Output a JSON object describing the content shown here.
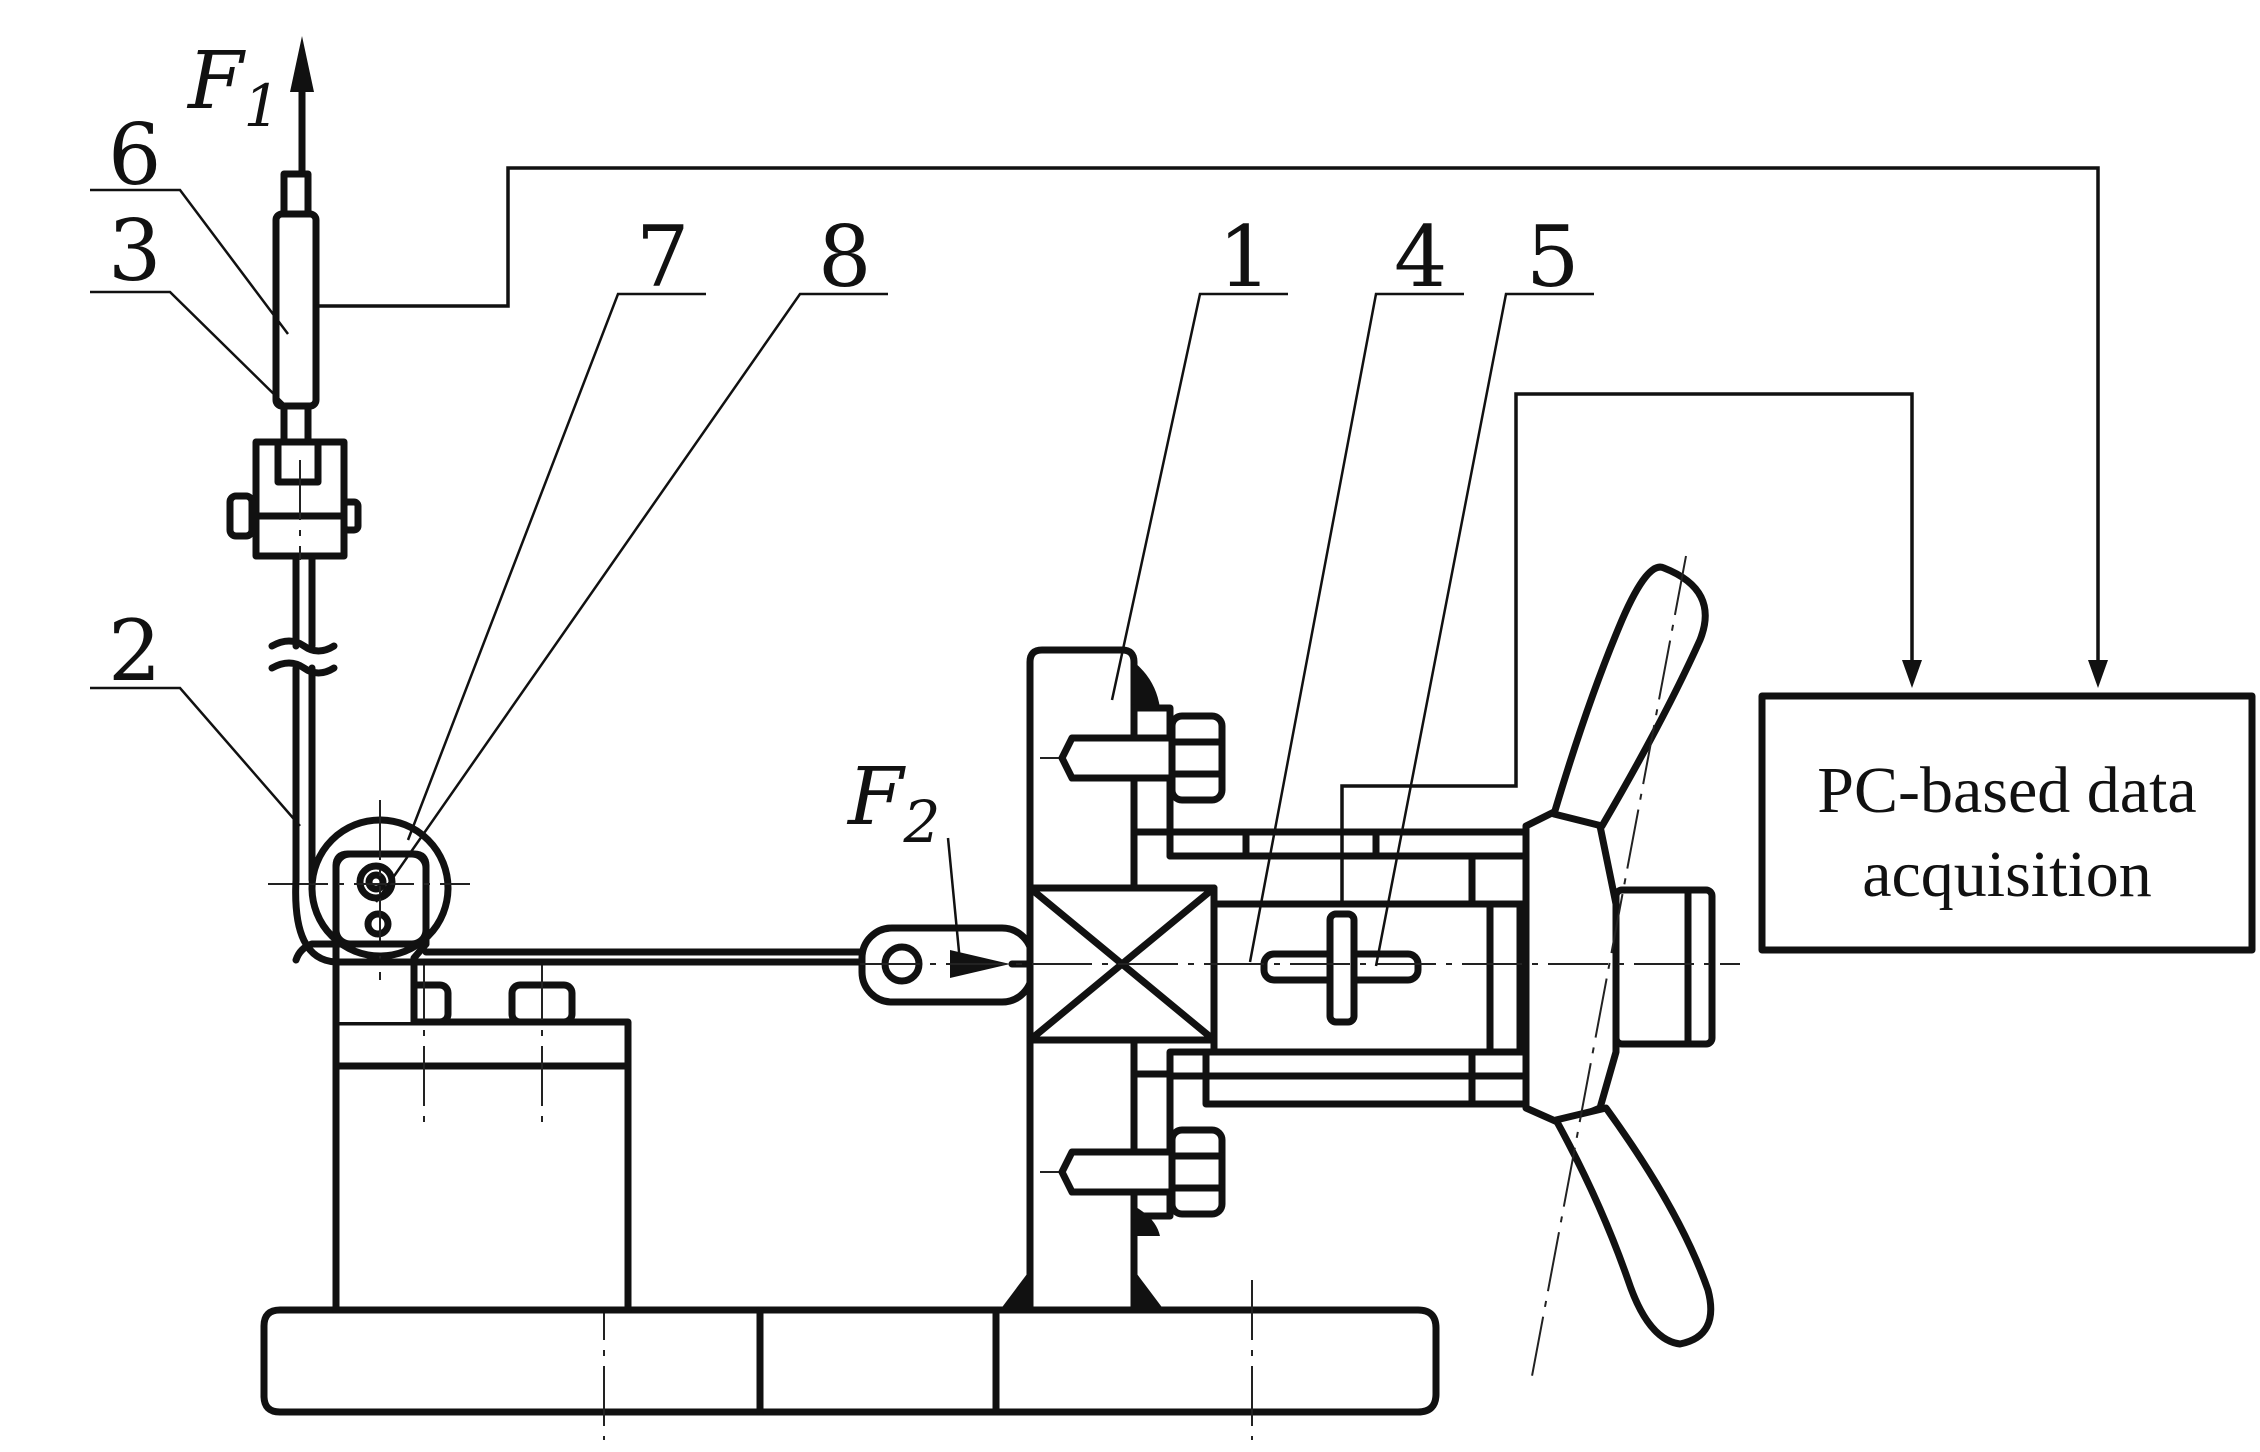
{
  "forces": {
    "f1": {
      "letter": "F",
      "sub": "1"
    },
    "f2": {
      "letter": "F",
      "sub": "2"
    }
  },
  "labels": {
    "part1": "1",
    "part2": "2",
    "part3": "3",
    "part4": "4",
    "part5": "5",
    "part6": "6",
    "part7": "7",
    "part8": "8"
  },
  "pc_box": {
    "line1": "PC-based data",
    "line2": "acquisition"
  },
  "colors": {
    "hatch_blue": "#2b2fa8",
    "hatch_green": "#1f9e6b",
    "hatch_red": "#d0202a",
    "line": "#111111"
  }
}
